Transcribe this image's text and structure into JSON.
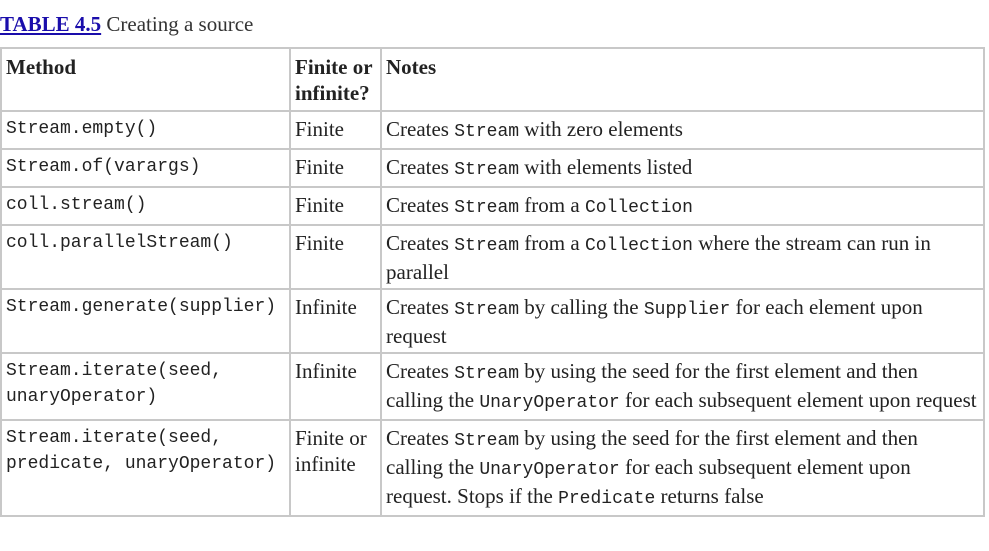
{
  "caption": {
    "label": "TABLE 4.5",
    "title": " Creating a source"
  },
  "table": {
    "headers": {
      "method": "Method",
      "finite": "Finite or infinite?",
      "notes": "Notes"
    },
    "rows": [
      {
        "method": "Stream.empty()",
        "finite": "Finite",
        "notes": [
          {
            "t": "Creates "
          },
          {
            "c": "Stream"
          },
          {
            "t": " with zero elements"
          }
        ]
      },
      {
        "method": "Stream.of(varargs)",
        "finite": "Finite",
        "notes": [
          {
            "t": "Creates "
          },
          {
            "c": "Stream"
          },
          {
            "t": " with elements listed"
          }
        ]
      },
      {
        "method": "coll.stream()",
        "finite": "Finite",
        "notes": [
          {
            "t": "Creates "
          },
          {
            "c": "Stream"
          },
          {
            "t": " from a "
          },
          {
            "c": "Collection"
          }
        ]
      },
      {
        "method": "coll.parallelStream()",
        "finite": "Finite",
        "notes": [
          {
            "t": "Creates "
          },
          {
            "c": "Stream"
          },
          {
            "t": " from a "
          },
          {
            "c": "Collection"
          },
          {
            "t": " where the stream can run in parallel"
          }
        ]
      },
      {
        "method": "Stream.generate(supplier)",
        "finite": "Infinite",
        "notes": [
          {
            "t": "Creates "
          },
          {
            "c": "Stream"
          },
          {
            "t": " by calling the "
          },
          {
            "c": "Supplier"
          },
          {
            "t": " for each element upon request"
          }
        ]
      },
      {
        "method": "Stream.iterate(seed, unaryOperator)",
        "finite": "Infinite",
        "notes": [
          {
            "t": "Creates "
          },
          {
            "c": "Stream"
          },
          {
            "t": " by using the seed for the first element and then calling the "
          },
          {
            "c": "UnaryOperator"
          },
          {
            "t": " for each subsequent element upon request"
          }
        ]
      },
      {
        "method": "Stream.iterate(seed, predicate, unaryOperator)",
        "finite": "Finite or infinite",
        "notes": [
          {
            "t": "Creates "
          },
          {
            "c": "Stream"
          },
          {
            "t": " by using the seed for the first element and then calling the "
          },
          {
            "c": "UnaryOperator"
          },
          {
            "t": " for each subsequent element upon request. Stops if the "
          },
          {
            "c": "Predicate"
          },
          {
            "t": " returns false"
          }
        ]
      }
    ]
  }
}
